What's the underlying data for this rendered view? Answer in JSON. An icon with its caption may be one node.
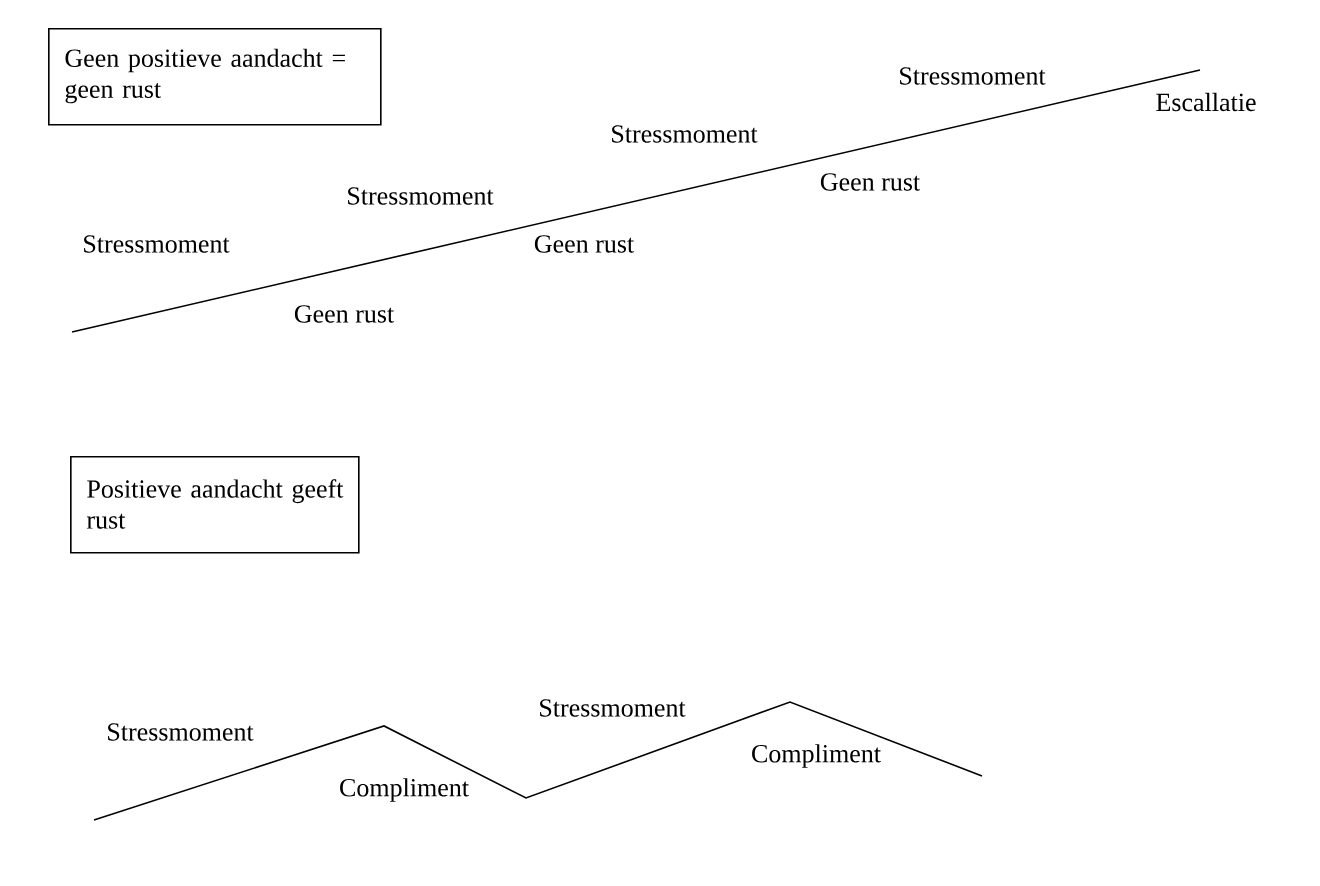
{
  "diagram": {
    "nodes": [
      {
        "text": [
          "Geen positieve aandacht = geen rust"
        ]
      },
      {
        "text": [
          "Positieve aandacht geeft rust"
        ]
      }
    ],
    "labels": [
      "Stressmoment",
      "Escallatie",
      "Stressmoment",
      "Geen rust",
      "Stressmoment",
      "Stressmoment",
      "Geen rust",
      "Geen rust",
      "Stressmoment",
      "Stressmoment",
      "Compliment",
      "Compliment"
    ]
  }
}
